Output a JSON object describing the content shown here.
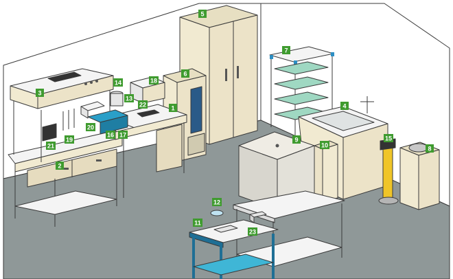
{
  "labels": [
    {
      "id": "1",
      "text": "1"
    },
    {
      "id": "2",
      "text": "2"
    },
    {
      "id": "3",
      "text": "3"
    },
    {
      "id": "4",
      "text": "4"
    },
    {
      "id": "5",
      "text": "5"
    },
    {
      "id": "6",
      "text": "6"
    },
    {
      "id": "7",
      "text": "7"
    },
    {
      "id": "8",
      "text": "8"
    },
    {
      "id": "9",
      "text": "9"
    },
    {
      "id": "10",
      "text": "10"
    },
    {
      "id": "11",
      "text": "11"
    },
    {
      "id": "12",
      "text": "12"
    },
    {
      "id": "13",
      "text": "13"
    },
    {
      "id": "14",
      "text": "14"
    },
    {
      "id": "15",
      "text": "15"
    },
    {
      "id": "16",
      "text": "16"
    },
    {
      "id": "17",
      "text": "17"
    },
    {
      "id": "18",
      "text": "18"
    },
    {
      "id": "19",
      "text": "19"
    },
    {
      "id": "20",
      "text": "20"
    },
    {
      "id": "21",
      "text": "21"
    },
    {
      "id": "22",
      "text": "22"
    },
    {
      "id": "23",
      "text": "23"
    }
  ],
  "colors": {
    "label_green": "#3f9b2f",
    "floor": "#8f9898",
    "wall": "#ffffff",
    "cream": "#f1ead1",
    "steel_blue": "#1f6f95",
    "tray_cyan": "#3fb6d6",
    "yellow": "#f0c528"
  }
}
